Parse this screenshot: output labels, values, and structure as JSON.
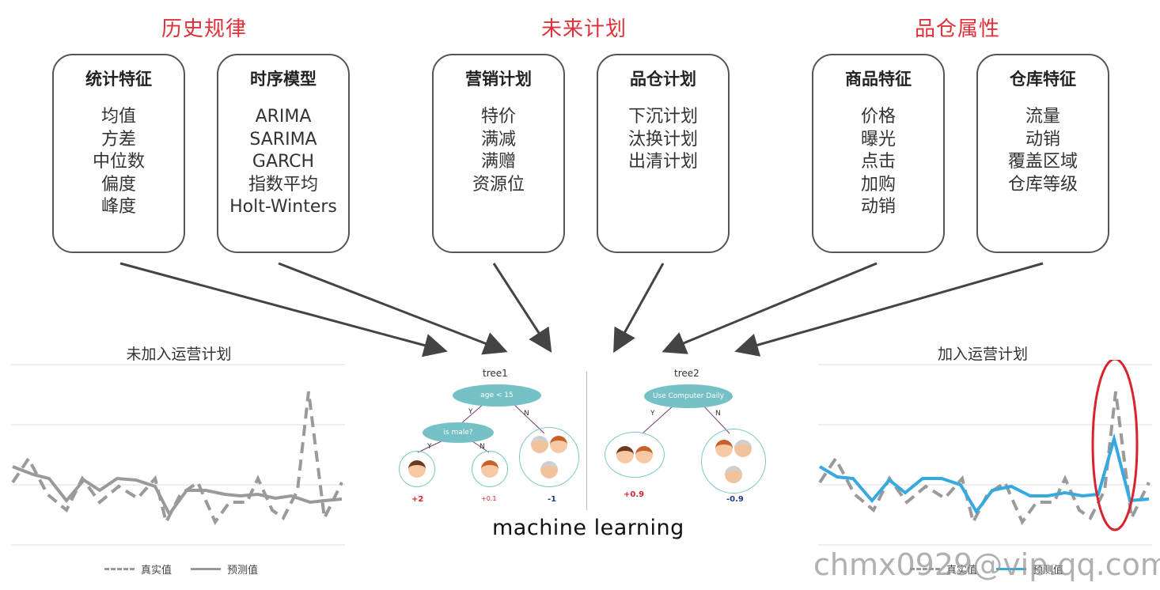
{
  "categories": [
    {
      "title": "历史规律",
      "cards": [
        {
          "title": "统计特征",
          "items": [
            "均值",
            "方差",
            "中位数",
            "偏度",
            "峰度"
          ]
        },
        {
          "title": "时序模型",
          "items": [
            "ARIMA",
            "SARIMA",
            "GARCH",
            "指数平均",
            "Holt-Winters"
          ]
        }
      ]
    },
    {
      "title": "未来计划",
      "cards": [
        {
          "title": "营销计划",
          "items": [
            "特价",
            "满减",
            "满赠",
            "资源位"
          ]
        },
        {
          "title": "品仓计划",
          "items": [
            "下沉计划",
            "汰换计划",
            "出清计划"
          ]
        }
      ]
    },
    {
      "title": "品仓属性",
      "cards": [
        {
          "title": "商品特征",
          "items": [
            "价格",
            "曝光",
            "点击",
            "加购",
            "动销"
          ]
        },
        {
          "title": "仓库特征",
          "items": [
            "流量",
            "动销",
            "覆盖区域",
            "仓库等级"
          ]
        }
      ]
    }
  ],
  "center": {
    "label": "machine learning",
    "trees": [
      {
        "title": "tree1",
        "root": "age < 15",
        "child": "is male?",
        "edges": {
          "yes": "Y",
          "no": "N"
        },
        "scores": [
          "+2",
          "+0.1",
          "-1"
        ]
      },
      {
        "title": "tree2",
        "root": "Use Computer Daily",
        "edges": {
          "yes": "Y",
          "no": "N"
        },
        "scores": [
          "+0.9",
          "-0.9"
        ]
      }
    ]
  },
  "left_chart": {
    "title": "未加入运营计划",
    "legend": [
      "真实值",
      "预测值"
    ],
    "colors": {
      "actual": "#9a9a9a",
      "predicted": "#9a9a9a"
    }
  },
  "right_chart": {
    "title": "加入运营计划",
    "legend": [
      "真实值",
      "预测值"
    ],
    "colors": {
      "actual": "#9a9a9a",
      "predicted": "#35a9e0",
      "highlight": "#d9232d"
    }
  },
  "watermark": "chmx0929@vip.qq.com"
}
